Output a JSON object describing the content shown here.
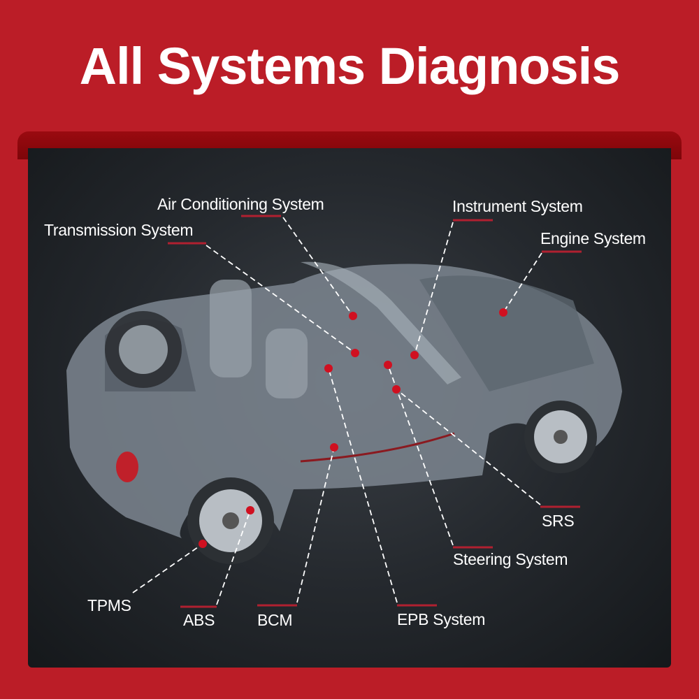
{
  "title": "All Systems Diagnosis",
  "labels": {
    "air_conditioning": "Air Conditioning System",
    "transmission": "Transmission System",
    "instrument": "Instrument System",
    "engine": "Engine System",
    "srs": "SRS",
    "steering": "Steering System",
    "epb": "EPB System",
    "bcm": "BCM",
    "abs": "ABS",
    "tpms": "TPMS"
  },
  "colors": {
    "brand_red": "#bb1d27",
    "dot_red": "#d01020"
  }
}
